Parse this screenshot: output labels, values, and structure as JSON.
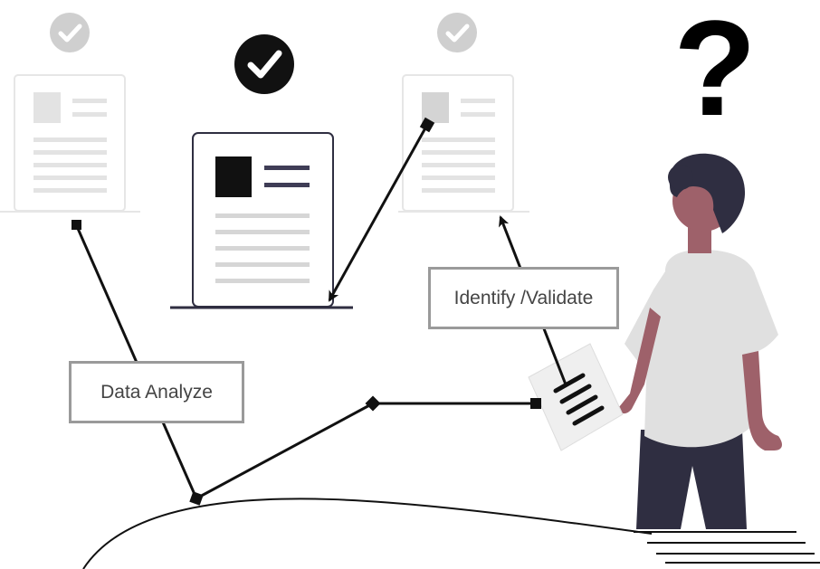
{
  "labels": {
    "data_analyze": "Data Analyze",
    "identify_validate": "Identify /Validate",
    "question_mark": "?"
  },
  "colors": {
    "dark_ink": "#111111",
    "person_hair": "#2f2e41",
    "person_skin": "#9e616a",
    "person_shirt": "#e0e0e0",
    "doc_faded_line": "#e3e3e3",
    "doc_main_line": "#d6d6d6",
    "check_faded": "#cfcfcf",
    "label_border": "#9a9a9a",
    "label_text": "#444444"
  },
  "icons": [
    "check-circle-icon",
    "document-icon",
    "question-mark-icon",
    "person-illustration"
  ]
}
